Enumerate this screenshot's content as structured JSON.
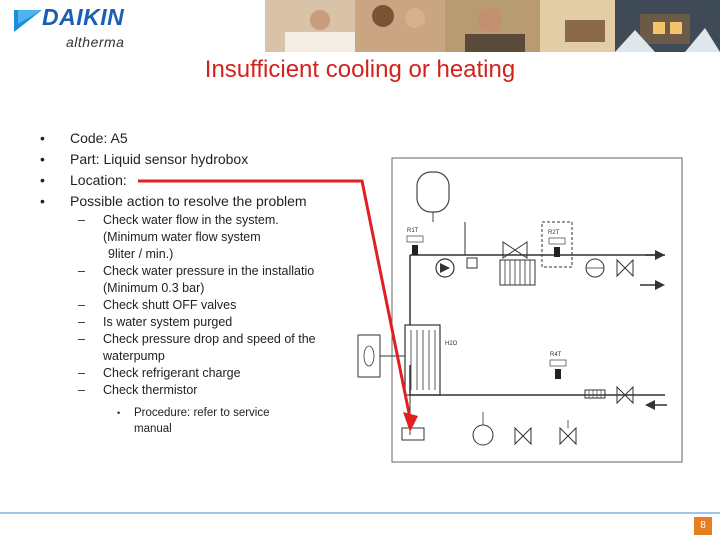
{
  "logo": {
    "brand": "DAIKIN",
    "sub": "altherma"
  },
  "title": "Insufficient cooling or heating",
  "bullets": [
    "Code: A5",
    "Part: Liquid sensor hydrobox",
    "Location:",
    "Possible action to resolve the problem"
  ],
  "actions": [
    {
      "text": "Check water flow in the system.",
      "cont": [
        "(Minimum water flow system",
        "9liter / min.)"
      ]
    },
    {
      "text": "Check water pressure in the installatio",
      "cont": [
        "(Minimum 0.3 bar)"
      ]
    },
    {
      "text": "Check shutt OFF valves",
      "cont": []
    },
    {
      "text": "Is water system purged",
      "cont": []
    },
    {
      "text": "Check pressure drop and speed of the",
      "cont": [
        "waterpump"
      ]
    },
    {
      "text": "Check refrigerant charge",
      "cont": []
    },
    {
      "text": "Check thermistor",
      "cont": []
    }
  ],
  "procedure": {
    "line1": "Procedure: refer to service",
    "line2": "manual"
  },
  "diagram_labels": {
    "r1t": "R1T",
    "r2t": "R2T",
    "r4t": "R4T",
    "h2o": "H2O"
  },
  "page_number": "8",
  "colors": {
    "title": "#d2221e",
    "brand": "#1a5fb4",
    "arrow": "#e02020",
    "footer_line": "#9fc6e6",
    "page_badge": "#e67e22"
  }
}
